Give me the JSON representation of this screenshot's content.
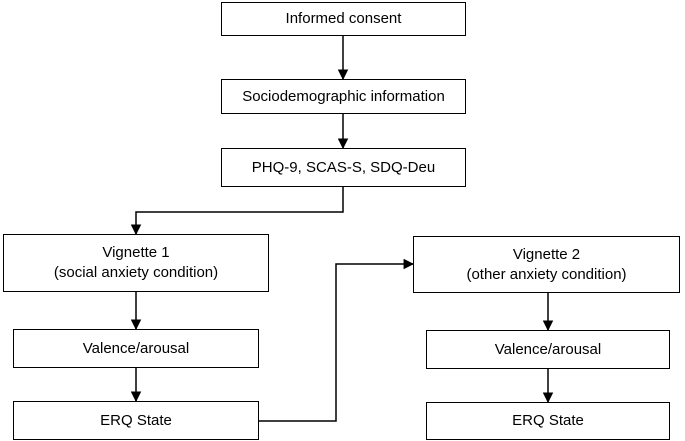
{
  "flow": {
    "informed_consent": "Informed consent",
    "sociodemographic": "Sociodemographic information",
    "questionnaires": "PHQ-9, SCAS-S, SDQ-Deu",
    "vignette1": {
      "title": "Vignette 1",
      "condition": "(social anxiety condition)",
      "valence": "Valence/arousal",
      "erq": "ERQ State"
    },
    "vignette2": {
      "title": "Vignette 2",
      "condition": "(other anxiety condition)",
      "valence": "Valence/arousal",
      "erq": "ERQ State"
    }
  },
  "colors": {
    "line": "#000000",
    "box_fill": "#ffffff"
  }
}
